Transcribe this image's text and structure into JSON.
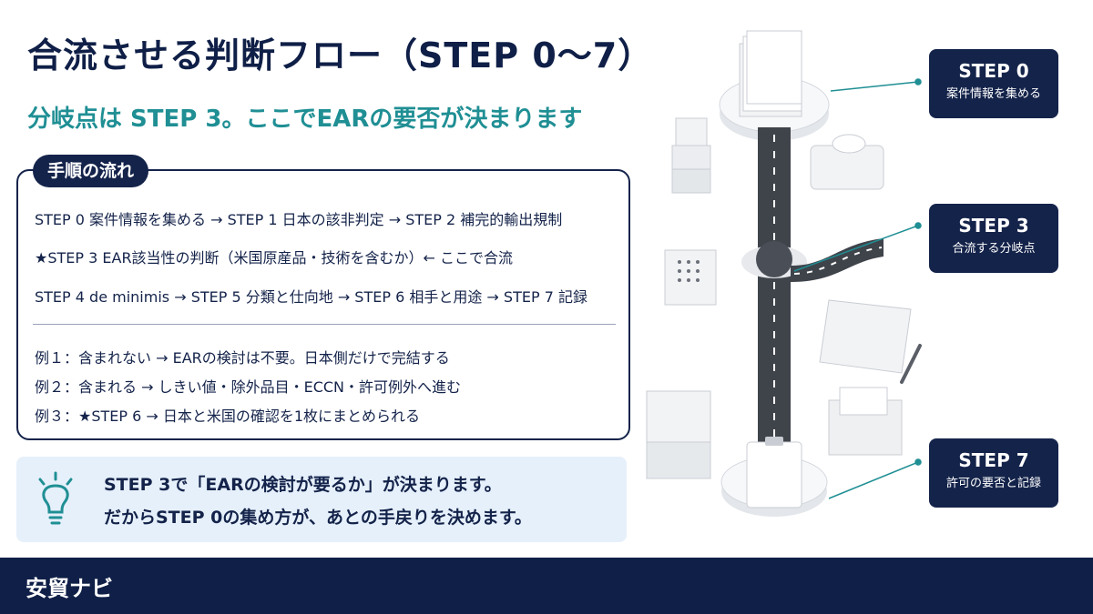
{
  "title": "合流させる判断フロー（STEP 0〜7）",
  "subtitle": "分岐点は STEP 3。ここでEARの要否が決まります",
  "steps": {
    "tab_label": "手順の流れ",
    "flow": [
      "STEP 0 案件情報を集める → STEP 1 日本の該非判定 → STEP 2 補完的輸出規制",
      "★STEP 3 EAR該当性の判断（米国原産品・技術を含むか）← ここで合流",
      "STEP 4 de minimis → STEP 5 分類と仕向地 → STEP 6 相手と用途 → STEP 7 記録"
    ],
    "examples": [
      "例１：含まれない → EARの検討は不要。日本側だけで完結する",
      "例２：含まれる → しきい値・除外品目・ECCN・許可例外へ進む",
      "例３：★STEP 6 → 日本と米国の確認を1枚にまとめられる"
    ]
  },
  "tip": {
    "icon": "lightbulb-icon",
    "line1": "STEP 3で「EARの検討が要るか」が決まります。",
    "line2": "だからSTEP 0の集め方が、あとの手戻りを決めます。"
  },
  "callouts": [
    {
      "title": "STEP 0",
      "subtitle": "案件情報を集める"
    },
    {
      "title": "STEP 3",
      "subtitle": "合流する分岐点"
    },
    {
      "title": "STEP 7",
      "subtitle": "許可の要否と記録"
    }
  ],
  "footer": {
    "brand": "安貿ナビ"
  },
  "colors": {
    "navy": "#14234a",
    "teal": "#1f8f94",
    "tip_bg": "#e6f0fb",
    "footer_bg": "#0f1f47"
  }
}
